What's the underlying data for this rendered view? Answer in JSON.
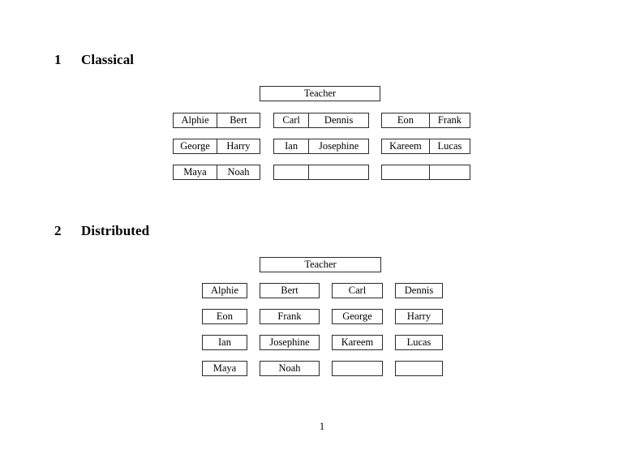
{
  "document": {
    "page_number": "1"
  },
  "sections": [
    {
      "number": "1",
      "title": "Classical",
      "teacher": {
        "label": "Teacher"
      },
      "groups": [
        {
          "name": "group-left",
          "rows": [
            {
              "cells": [
                {
                  "label": "Alphie"
                },
                {
                  "label": "Bert"
                }
              ]
            },
            {
              "cells": [
                {
                  "label": "George"
                },
                {
                  "label": "Harry"
                }
              ]
            },
            {
              "cells": [
                {
                  "label": "Maya"
                },
                {
                  "label": "Noah"
                }
              ]
            }
          ]
        },
        {
          "name": "group-middle",
          "rows": [
            {
              "cells": [
                {
                  "label": "Carl"
                },
                {
                  "label": "Dennis"
                }
              ]
            },
            {
              "cells": [
                {
                  "label": "Ian"
                },
                {
                  "label": "Josephine"
                }
              ]
            },
            {
              "cells": [
                {
                  "label": ""
                },
                {
                  "label": ""
                }
              ]
            }
          ]
        },
        {
          "name": "group-right",
          "rows": [
            {
              "cells": [
                {
                  "label": "Eon"
                },
                {
                  "label": "Frank"
                }
              ]
            },
            {
              "cells": [
                {
                  "label": "Kareem"
                },
                {
                  "label": "Lucas"
                }
              ]
            },
            {
              "cells": [
                {
                  "label": ""
                },
                {
                  "label": ""
                }
              ]
            }
          ]
        }
      ]
    },
    {
      "number": "2",
      "title": "Distributed",
      "teacher": {
        "label": "Teacher"
      },
      "rows": [
        {
          "cells": [
            {
              "label": "Alphie"
            },
            {
              "label": "Bert"
            },
            {
              "label": "Carl"
            },
            {
              "label": "Dennis"
            }
          ]
        },
        {
          "cells": [
            {
              "label": "Eon"
            },
            {
              "label": "Frank"
            },
            {
              "label": "George"
            },
            {
              "label": "Harry"
            }
          ]
        },
        {
          "cells": [
            {
              "label": "Ian"
            },
            {
              "label": "Josephine"
            },
            {
              "label": "Kareem"
            },
            {
              "label": "Lucas"
            }
          ]
        },
        {
          "cells": [
            {
              "label": "Maya"
            },
            {
              "label": "Noah"
            },
            {
              "label": ""
            },
            {
              "label": ""
            }
          ]
        }
      ]
    }
  ]
}
